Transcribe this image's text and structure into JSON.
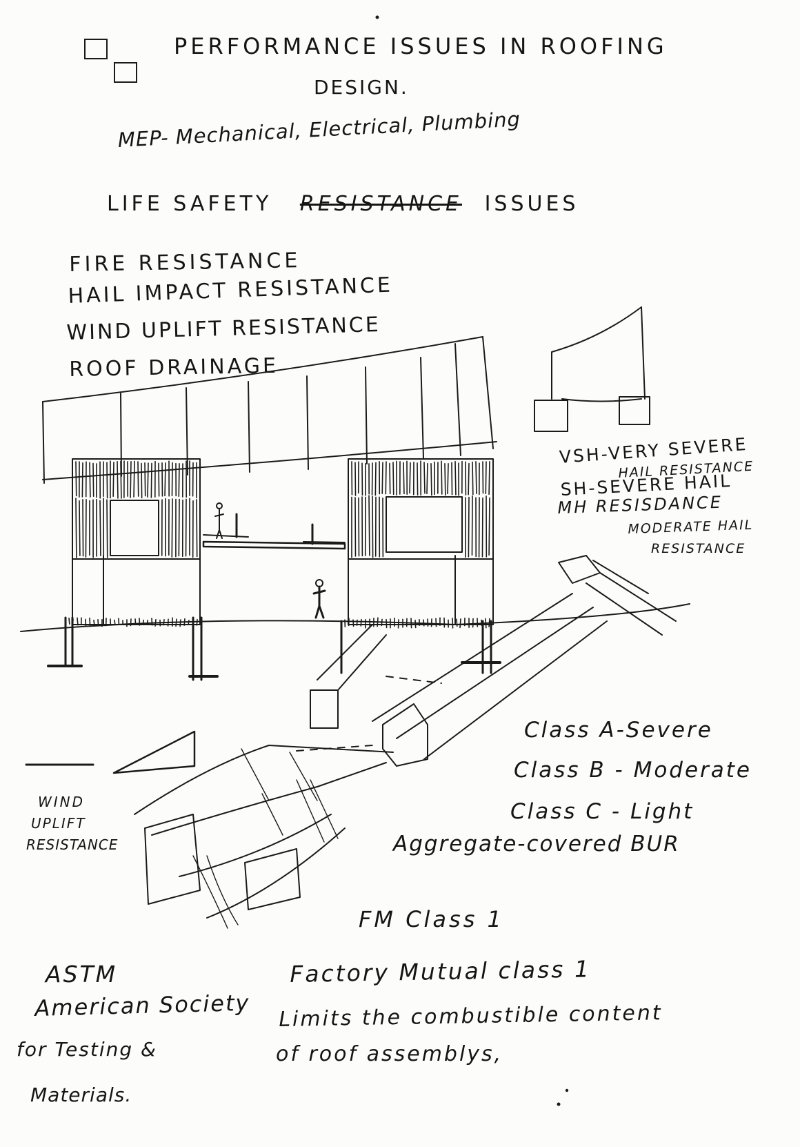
{
  "title": {
    "line1": "PERFORMANCE ISSUES IN ROOFING",
    "line2": "DESIGN."
  },
  "mep": "MEP- Mechanical, Electrical, Plumbing",
  "life_safety": {
    "before": "LIFE SAFETY",
    "struck": "RESISTANCE",
    "after": "ISSUES"
  },
  "issues": [
    "FIRE RESISTANCE",
    "HAIL IMPACT RESISTANCE",
    "WIND UPLIFT RESISTANCE",
    "ROOF DRAINAGE"
  ],
  "hail_ratings": [
    "VSH-VERY SEVERE",
    "HAIL RESISTANCE",
    "SH-SEVERE HAIL",
    "MH RESISDANCE",
    "MODERATE HAIL",
    "RESISTANCE"
  ],
  "fire_classes": [
    "Class A-Severe",
    "Class B - Moderate",
    "Class C - Light",
    "Aggregate-covered BUR"
  ],
  "wind_label": [
    "WIND",
    "UPLIFT",
    "RESISTANCE"
  ],
  "fm_class": "FM Class 1",
  "astm": [
    "ASTM",
    "American Society",
    "for Testing &",
    "Materials."
  ],
  "factory_mutual": [
    "Factory Mutual class 1",
    "Limits the combustible content",
    "of roof assemblys,"
  ]
}
